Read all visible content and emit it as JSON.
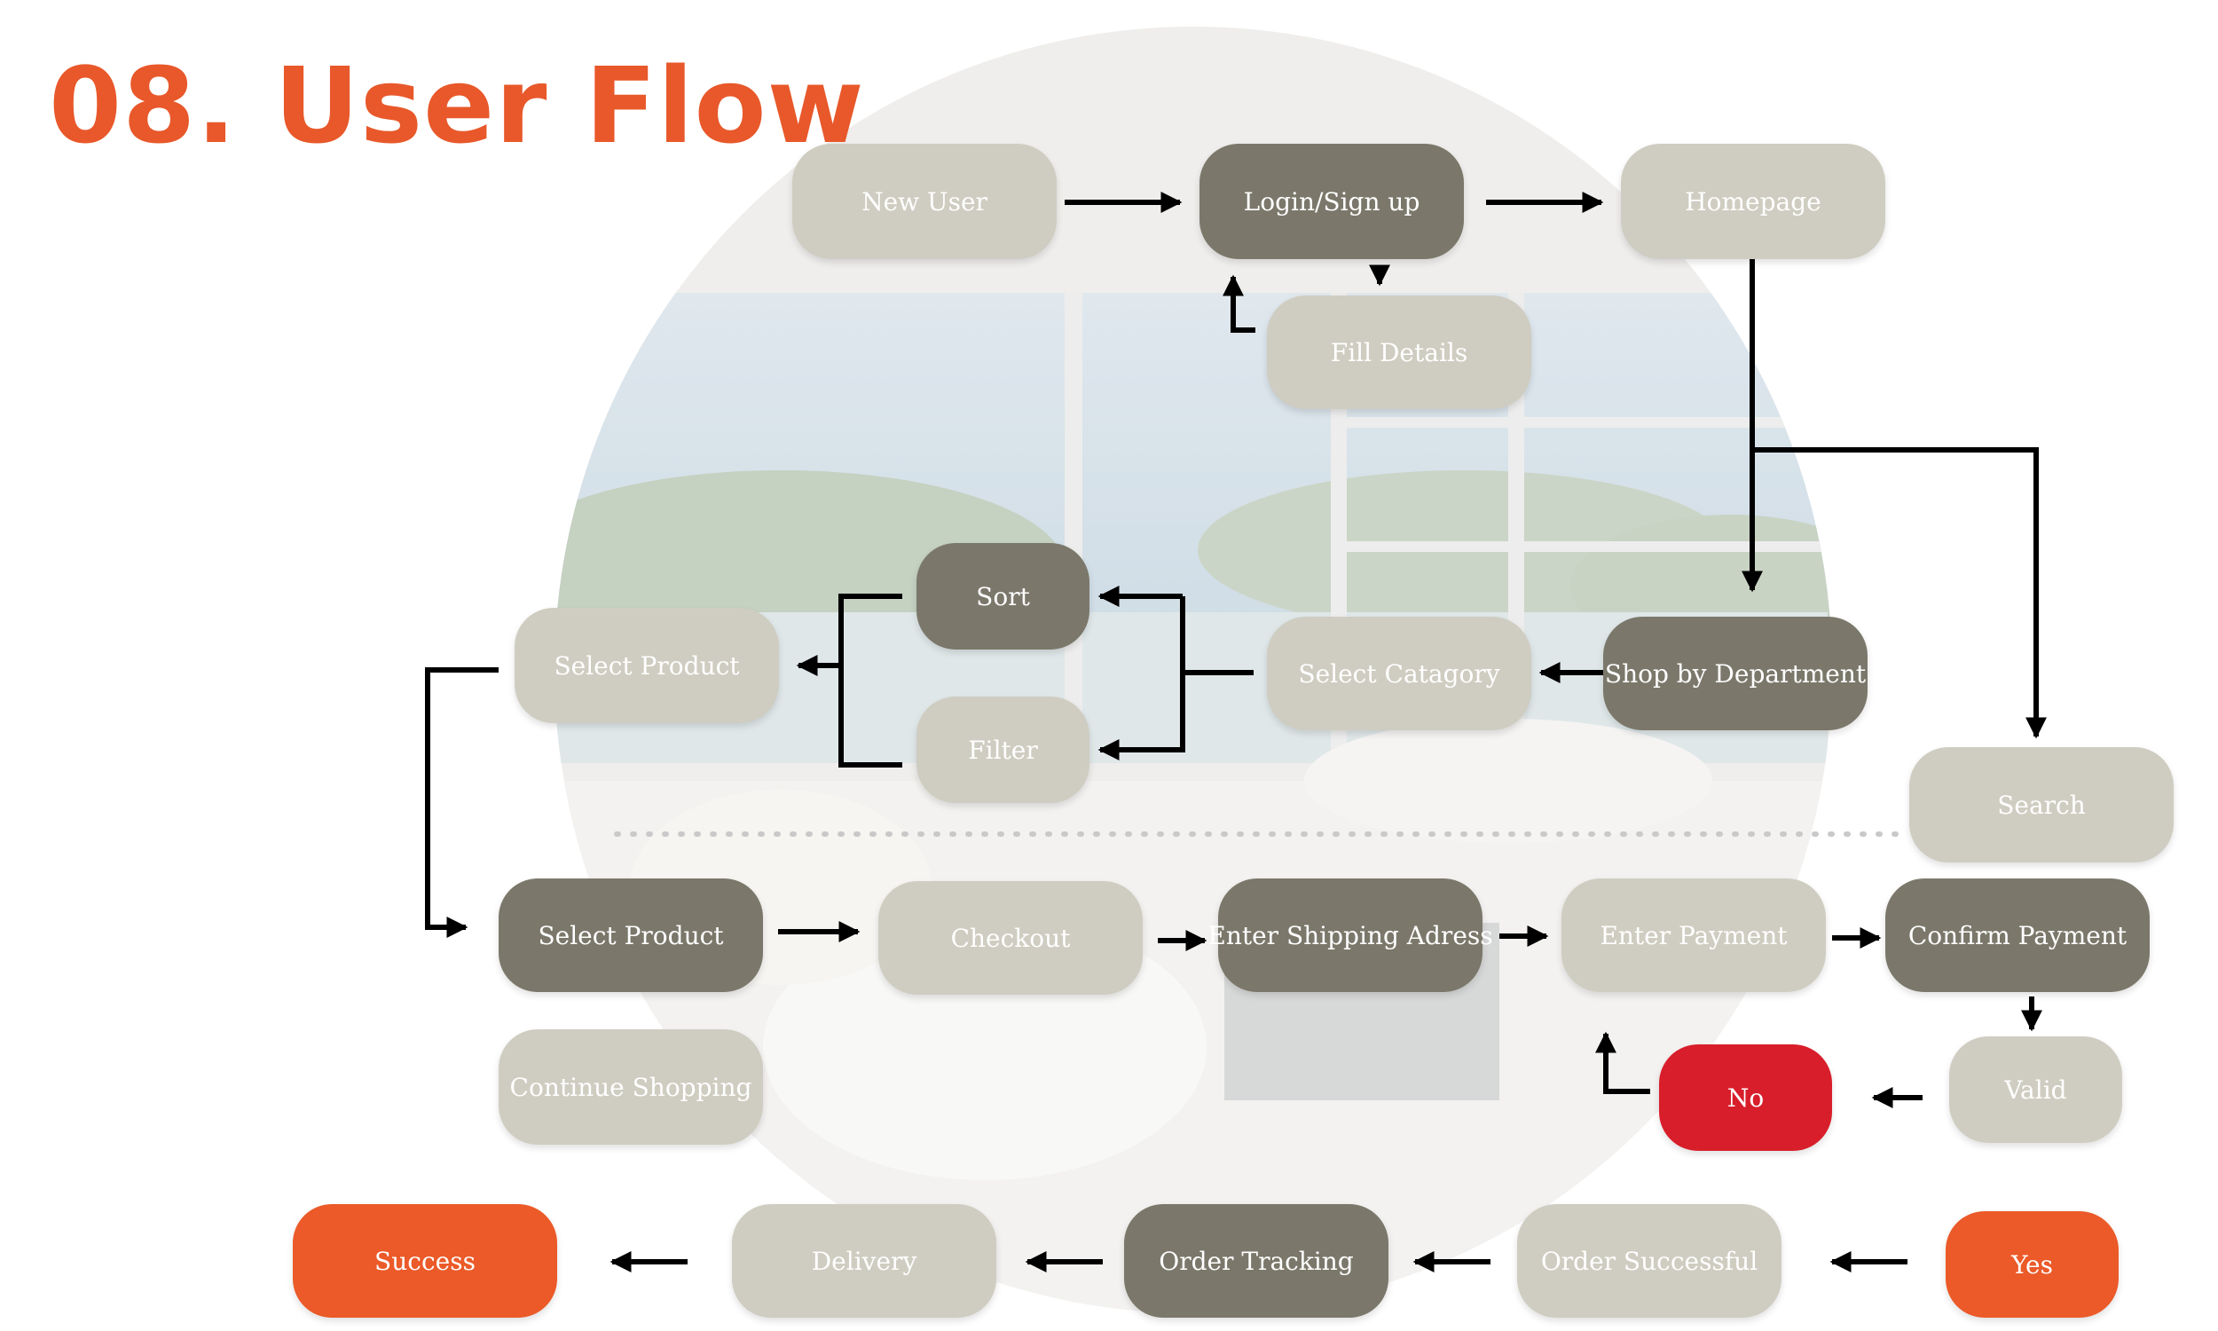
{
  "title": "08. User Flow",
  "colors": {
    "title": "#e8582a",
    "light_node": "#cfcdc1",
    "dark_node": "#7b786b",
    "no_node": "#d81e2a",
    "highlight_node": "#eb5a28",
    "node_text": "#ffffff",
    "arrow": "#000000"
  },
  "nodes": {
    "new_user": "New User",
    "login_signup": "Login/Sign up",
    "homepage": "Homepage",
    "fill_details": "Fill Details",
    "sort": "Sort",
    "filter": "Filter",
    "select_product_top": "Select Product",
    "select_category": "Select Catagory",
    "shop_by_department": "Shop by Department",
    "search": "Search",
    "select_product": "Select Product",
    "checkout": "Checkout",
    "enter_shipping_address": "Enter Shipping Adress",
    "enter_payment": "Enter Payment",
    "confirm_payment": "Confirm Payment",
    "continue_shopping": "Continue Shopping",
    "no": "No",
    "valid": "Valid",
    "success": "Success",
    "delivery": "Delivery",
    "order_tracking": "Order Tracking",
    "order_successful": "Order Successful",
    "yes": "Yes"
  }
}
